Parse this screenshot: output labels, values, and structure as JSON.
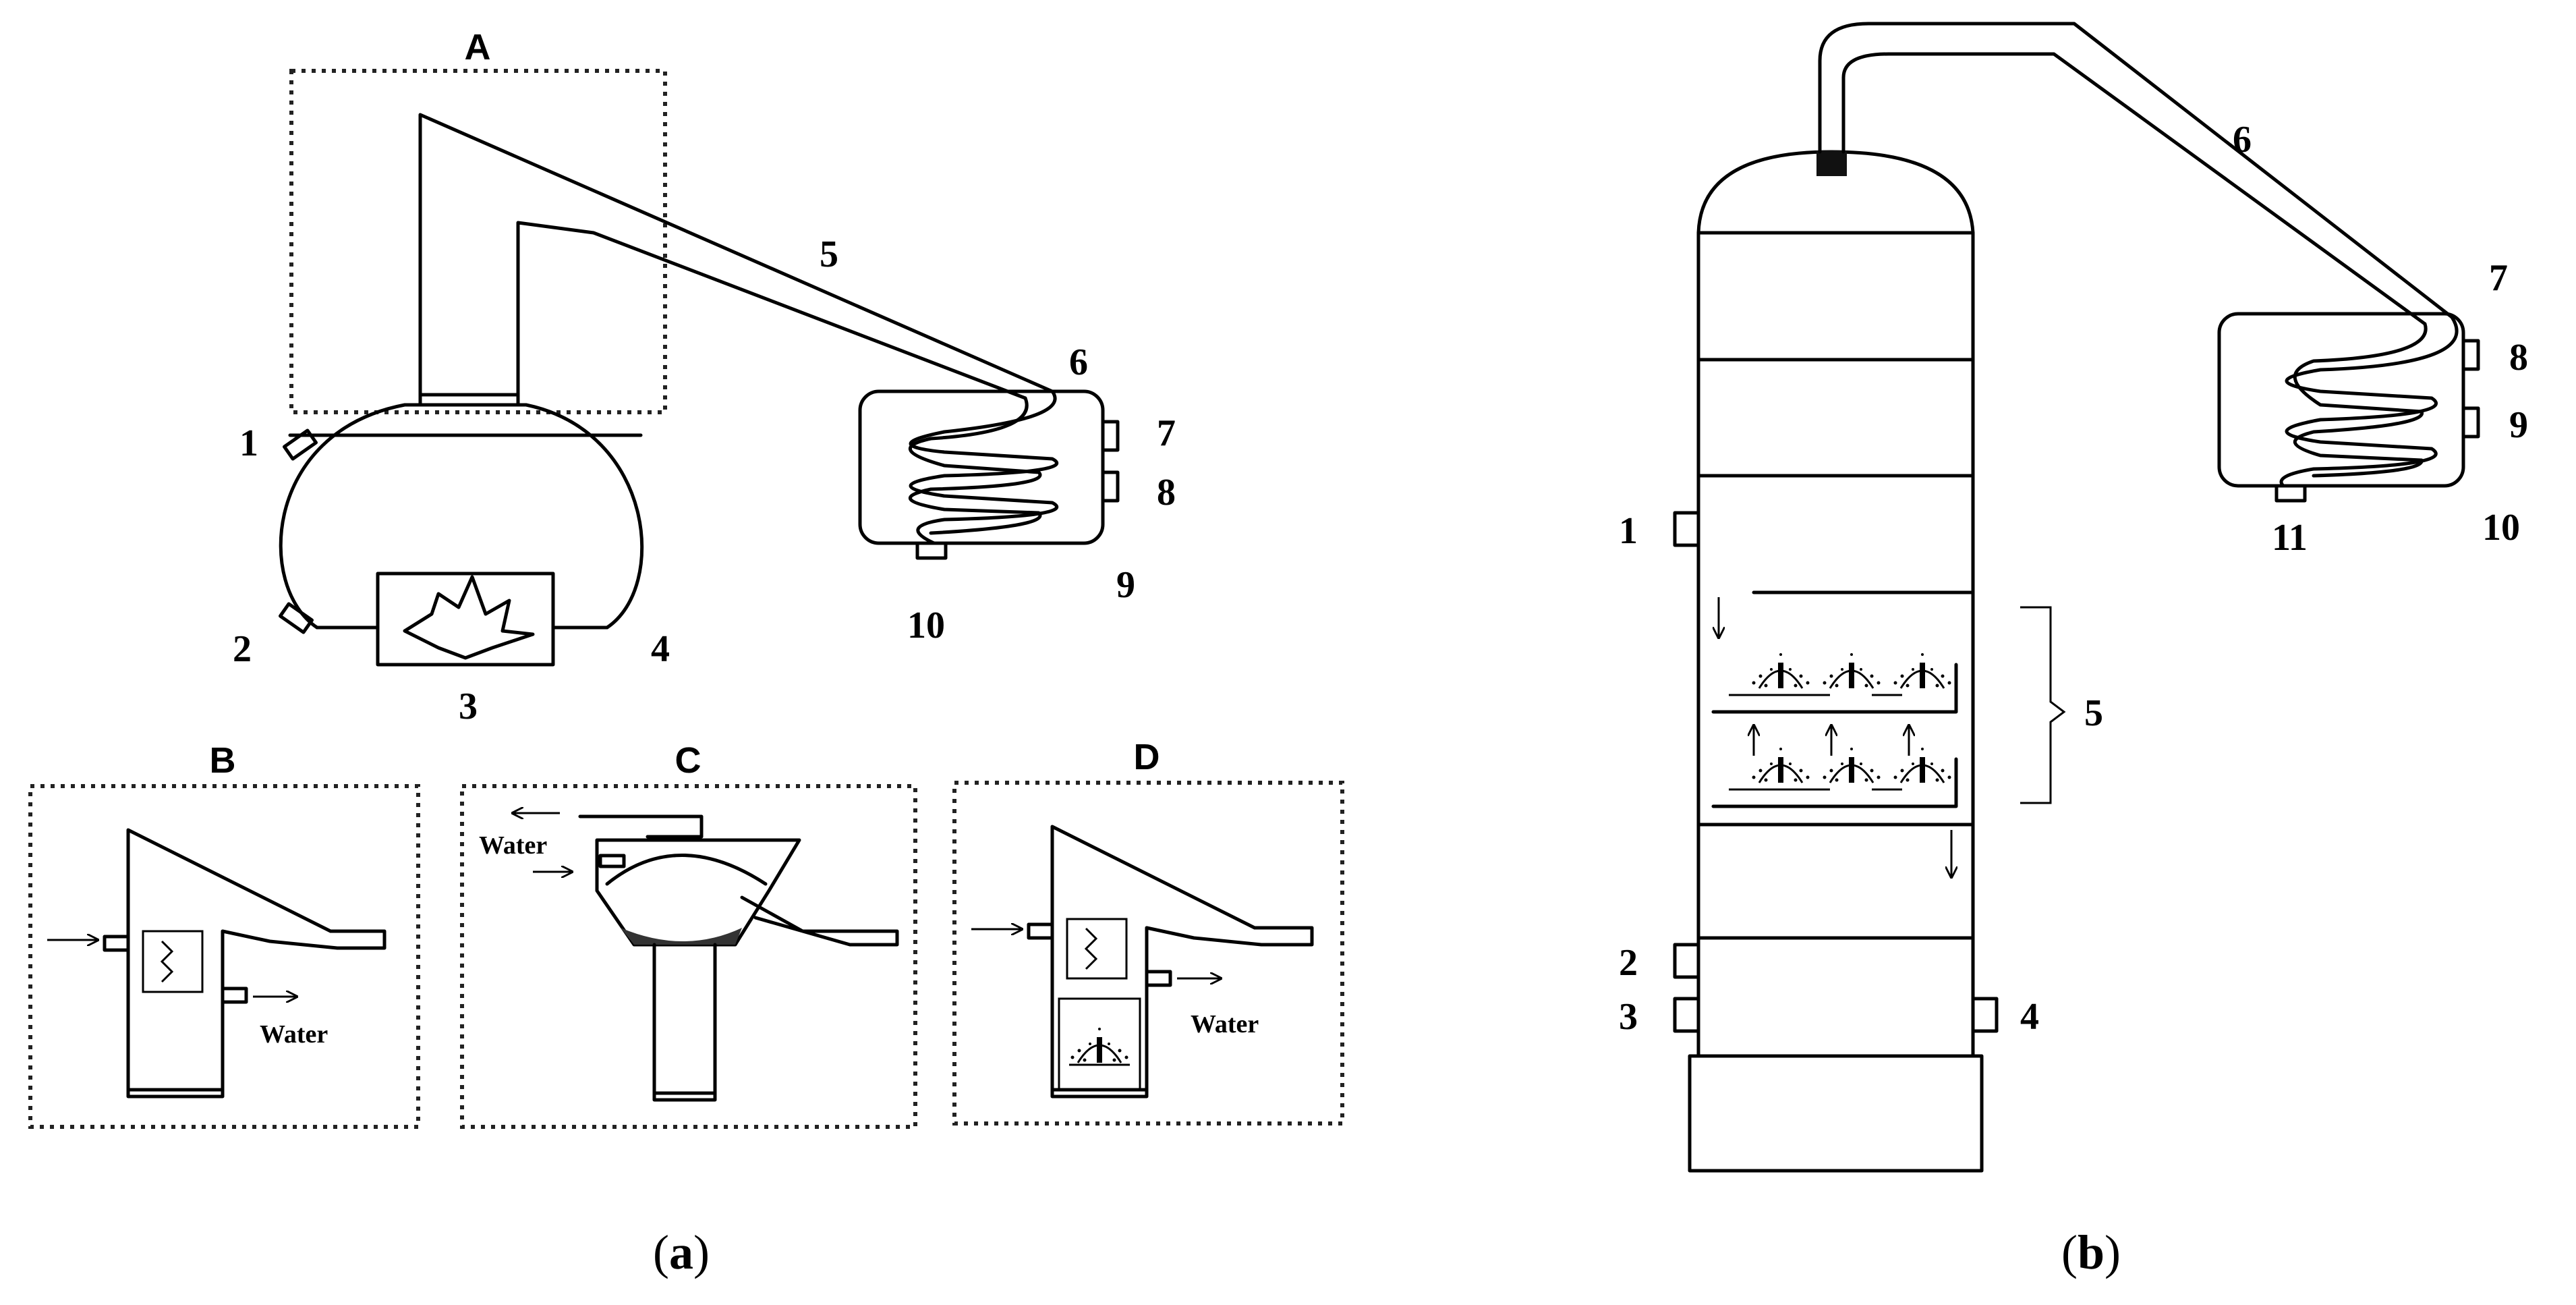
{
  "panel_a": {
    "caption_prefix": "(",
    "caption_letter": "a",
    "caption_suffix": ")",
    "insets": {
      "a": "A",
      "b": "B",
      "c": "C",
      "d": "D"
    },
    "labels": [
      "1",
      "2",
      "3",
      "4",
      "5",
      "6",
      "7",
      "8",
      "9",
      "10"
    ],
    "water": "Water"
  },
  "panel_b": {
    "caption_prefix": "(",
    "caption_letter": "b",
    "caption_suffix": ")",
    "labels": [
      "1",
      "2",
      "3",
      "4",
      "5",
      "6",
      "7",
      "8",
      "9",
      "10",
      "11"
    ]
  }
}
